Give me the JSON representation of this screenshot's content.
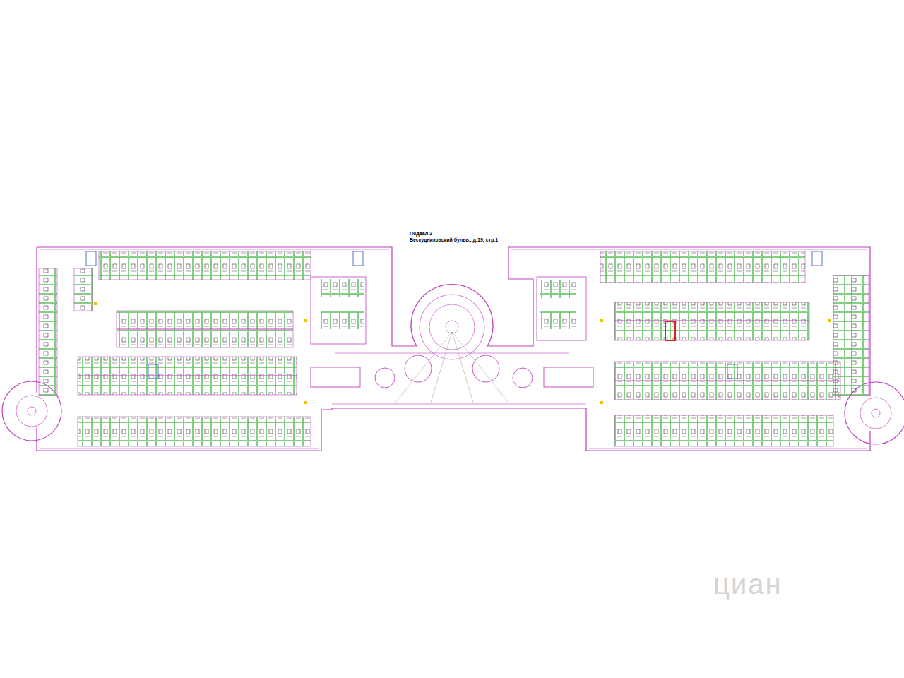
{
  "diagram": {
    "title": "Подвал 2",
    "labels": [
      "Бескудниковский бульв., д.19, стр.1",
      "циан"
    ]
  }
}
